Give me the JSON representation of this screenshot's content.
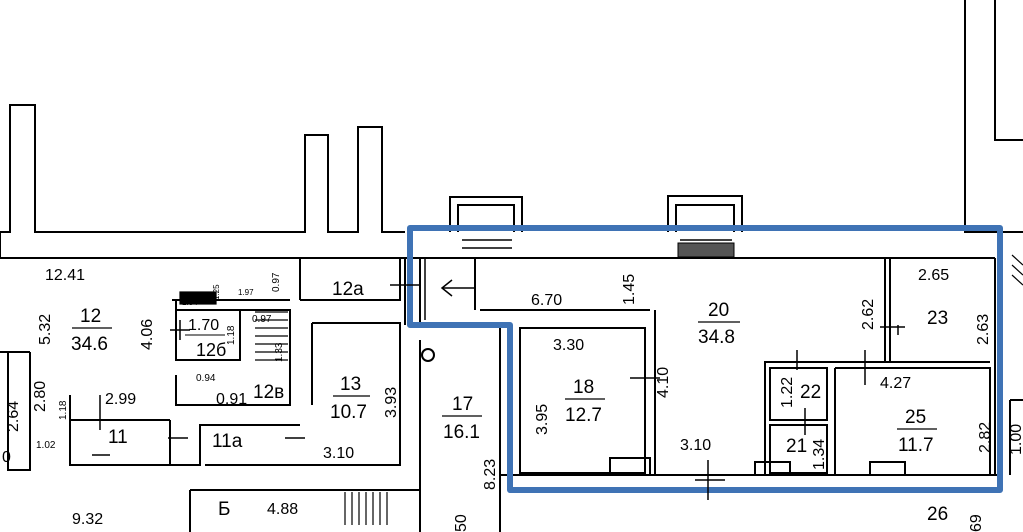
{
  "plan": {
    "highlight_color": "#3f73b5",
    "rooms": {
      "r12": {
        "number": "12",
        "area": "34.6"
      },
      "r12a": {
        "number": "12а"
      },
      "r12b": {
        "number": "12б",
        "dim": "1.70"
      },
      "r12v": {
        "number": "12в"
      },
      "r13": {
        "number": "13",
        "area": "10.7"
      },
      "r17": {
        "number": "17",
        "area": "16.1"
      },
      "r18": {
        "number": "18",
        "area": "12.7"
      },
      "r20": {
        "number": "20",
        "area": "34.8"
      },
      "r21": {
        "number": "21"
      },
      "r22": {
        "number": "22"
      },
      "r23": {
        "number": "23"
      },
      "r25": {
        "number": "25",
        "area": "11.7"
      },
      "r26": {
        "number": "26"
      },
      "r11": {
        "number": "11"
      },
      "r11a": {
        "number": "11а"
      },
      "rB": {
        "number": "Б"
      }
    },
    "dims": {
      "d1241": "12.41",
      "d532": "5.32",
      "d406": "4.06",
      "d097a": "0.97",
      "d197": "1.97",
      "d104": "1.04",
      "d125": "1.25",
      "d097b": "0.97",
      "d118a": "1.18",
      "d133": "1.33",
      "d094": "0.94",
      "d091": "0.91",
      "d280": "2.80",
      "d264": "2.64",
      "d118b": "1.18",
      "d102": "1.02",
      "d299": "2.99",
      "d932": "9.32",
      "d393": "3.93",
      "d310a": "3.10",
      "d823": "8.23",
      "d488": "4.88",
      "d670": "6.70",
      "d145": "1.45",
      "d262": "2.62",
      "d265": "2.65",
      "d263": "2.63",
      "d330": "3.30",
      "d395": "3.95",
      "d410": "4.10",
      "d310b": "3.10",
      "d427": "4.27",
      "d122": "1.22",
      "d134": "1.34",
      "d282": "2.82",
      "d50": "50",
      "d69": "69",
      "d100": "1.00",
      "d0": "0"
    }
  }
}
